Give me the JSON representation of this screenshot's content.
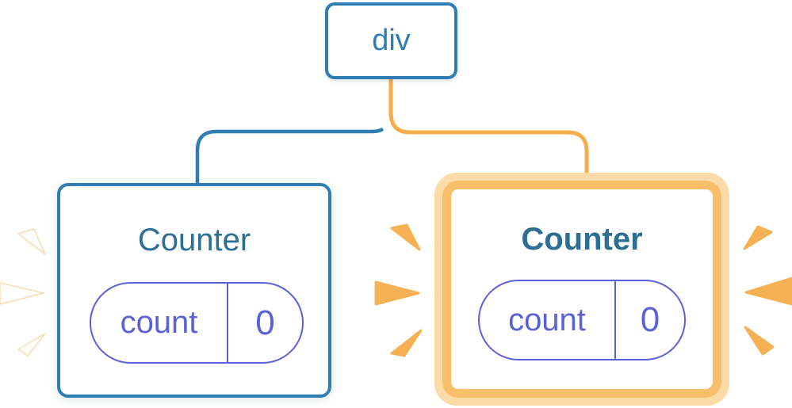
{
  "diagram": {
    "description": "React component tree: a div root element with two Counter children; the right Counter is highlighted (re-rendering) with orange rings and sparks",
    "root": {
      "label": "div"
    },
    "cards": {
      "left": {
        "title": "Counter",
        "state_key": "count",
        "state_value": "0"
      },
      "right": {
        "title": "Counter",
        "state_key": "count",
        "state_value": "0"
      }
    }
  },
  "colors": {
    "edge_blue": "#2F7DB5",
    "edge_orange_core": "#F6AC48",
    "edge_casing": "#FFFFFF",
    "title_teal": "#2C6F93",
    "pill_purple": "#5B61D6",
    "highlight_ring_light": "#FBDCA9",
    "highlight_ring_dark": "#F9BE6A",
    "spark_orange": "#F6B155",
    "spark_white": "#FFFFFF"
  }
}
